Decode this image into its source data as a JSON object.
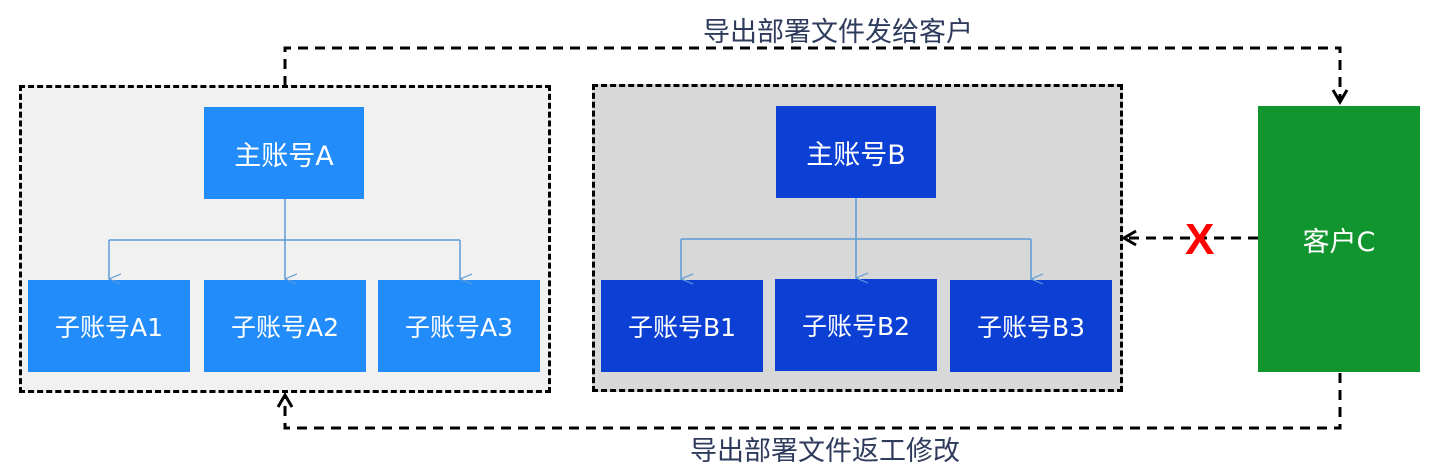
{
  "diagram": {
    "group_a": {
      "main": "主账号A",
      "subs": [
        "子账号A1",
        "子账号A2",
        "子账号A3"
      ]
    },
    "group_b": {
      "main": "主账号B",
      "subs": [
        "子账号B1",
        "子账号B2",
        "子账号B3"
      ]
    },
    "customer": "客户C",
    "edges": {
      "top_label": "导出部署文件发给客户",
      "bottom_label": "导出部署文件返工修改",
      "blocked_mark": "X"
    },
    "colors": {
      "group_a_node": "#238cfb",
      "group_b_node": "#0c40d5",
      "customer_node": "#11952f",
      "group_a_bg": "#f1f1f1",
      "group_b_bg": "#d8d8d8",
      "connector": "#5b9bd5",
      "blocked": "#ff0000"
    }
  }
}
